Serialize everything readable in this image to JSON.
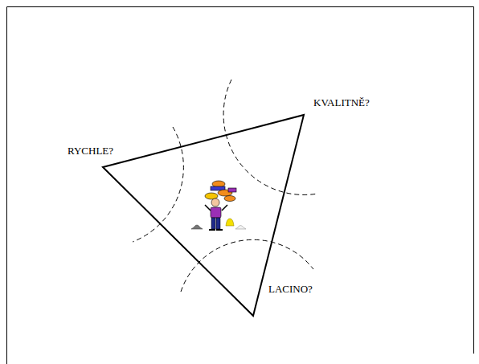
{
  "diagram": {
    "labels": [
      "RYCHLE?",
      "KVALITNĚ?",
      "LACINO?"
    ]
  }
}
